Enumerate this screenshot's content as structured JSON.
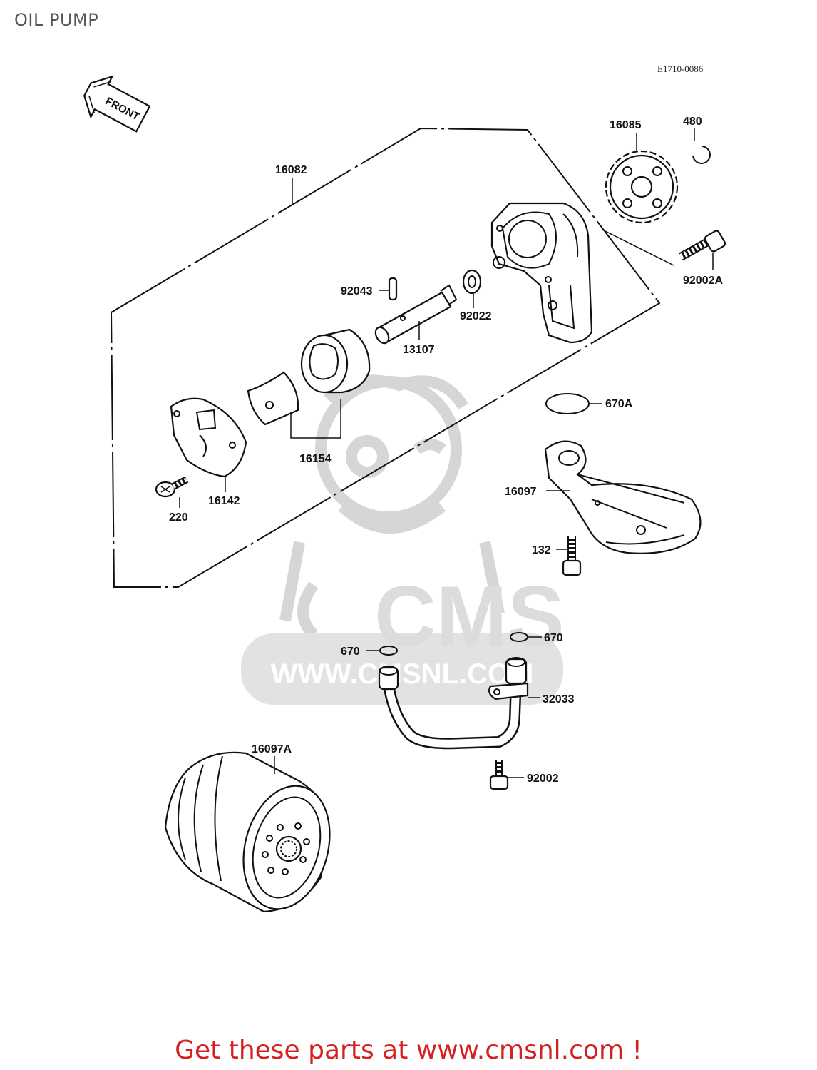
{
  "title": "OIL PUMP",
  "diagram_code": "E1710-0086",
  "front_label": "FRONT",
  "watermark": {
    "logo_text": "CMS",
    "url_text": "WWW.CMSNL.COM"
  },
  "parts": [
    {
      "number": "16082"
    },
    {
      "number": "16085"
    },
    {
      "number": "480"
    },
    {
      "number": "92002A"
    },
    {
      "number": "92043"
    },
    {
      "number": "92022"
    },
    {
      "number": "13107"
    },
    {
      "number": "16154"
    },
    {
      "number": "16142"
    },
    {
      "number": "220"
    },
    {
      "number": "670A"
    },
    {
      "number": "16097"
    },
    {
      "number": "132"
    },
    {
      "number": "670"
    },
    {
      "number": "670"
    },
    {
      "number": "32033"
    },
    {
      "number": "16097A"
    },
    {
      "number": "92002"
    }
  ],
  "footer": "Get these parts at www.cmsnl.com !",
  "colors": {
    "footer": "#d42020",
    "title": "#555555",
    "watermark": "#dcdcdc"
  }
}
